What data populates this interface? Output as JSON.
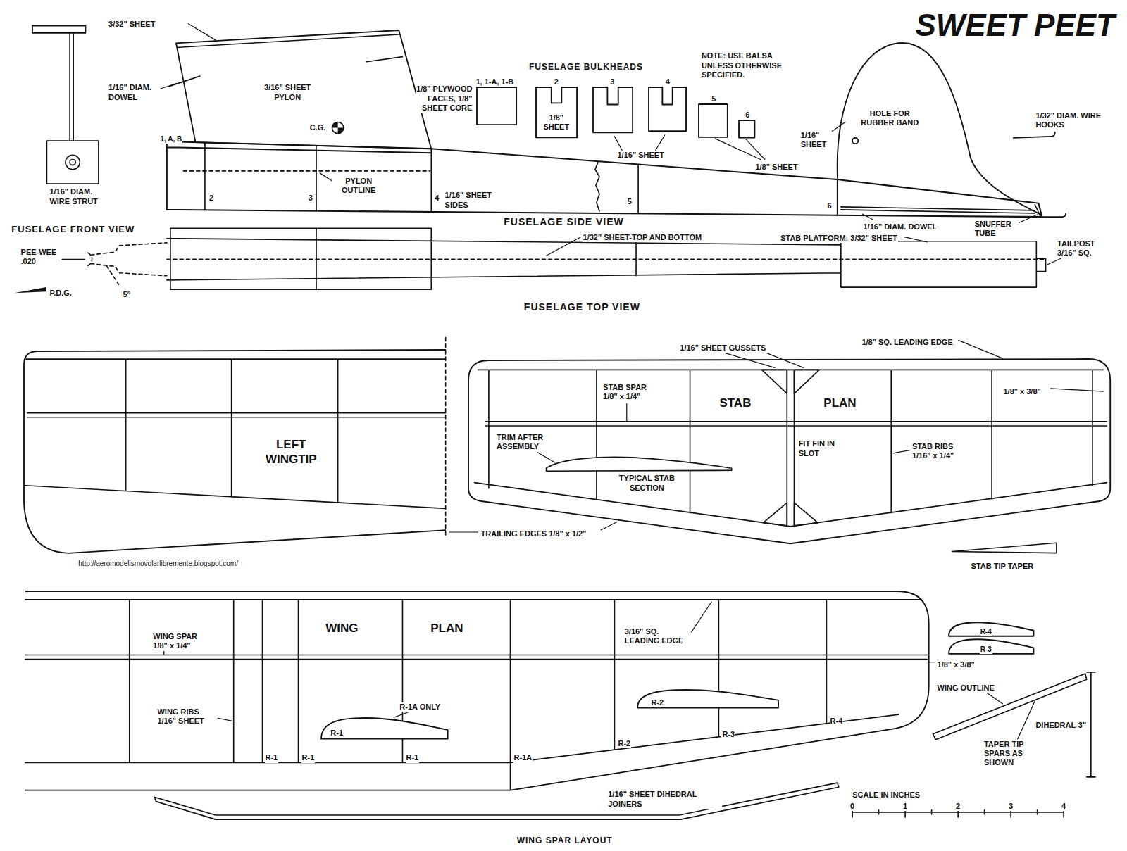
{
  "diagram": {
    "title": "SWEET PEET",
    "nodes": [
      {
        "text": [
          "3/16\" SHEET PYLON",
          "C.G."
        ]
      },
      {
        "text": [
          "1, 1-A, 1-B"
        ]
      },
      {
        "text": [
          "2",
          "1/8\" SHEET"
        ]
      },
      {
        "text": [
          "3"
        ]
      },
      {
        "text": [
          "4"
        ]
      },
      {
        "text": [
          "5"
        ]
      },
      {
        "text": [
          "6"
        ]
      },
      {
        "text": [
          "HOLE FOR RUBBER BAND"
        ]
      },
      {
        "text": [
          "LEFT WINGTIP"
        ]
      },
      {
        "text": [
          "STAB",
          "PLAN"
        ]
      },
      {
        "text": [
          "WING",
          "PLAN"
        ]
      },
      {
        "text": [
          "R-1"
        ],
        "in": 10
      },
      {
        "text": [
          "R-2"
        ],
        "in": 10
      },
      {
        "text": [
          "R-4"
        ]
      },
      {
        "text": [
          "R-3"
        ]
      }
    ],
    "labels": [
      "3/32\" SHEET",
      "1/16\" DIAM. DOWEL",
      "1, A, B",
      "1/16\" DIAM. WIRE STRUT",
      "FUSELAGE FRONT VIEW",
      "2",
      "3",
      "PYLON OUTLINE",
      "4",
      "1/16\" SHEET SIDES",
      "FUSELAGE SIDE VIEW",
      "5",
      "6",
      "1/8\" PLYWOOD FACES, 1/8\" SHEET CORE",
      "FUSELAGE BULKHEADS",
      "1/16\" SHEET",
      "1/8\" SHEET",
      "NOTE: USE BALSA UNLESS OTHERWISE SPECIFIED.",
      "1/16\" SHEET",
      "1/32\" DIAM. WIRE HOOKS",
      "1/16\" DIAM. DOWEL",
      "SNUFFER TUBE",
      "PEE-WEE .020",
      "P.D.G.",
      "5°",
      "1/32\" SHEET-TOP AND BOTTOM",
      "FUSELAGE TOP VIEW",
      "STAB PLATFORM: 3/32\" SHEET",
      "TAILPOST 3/16\" SQ.",
      "1/16\" SHEET GUSSETS",
      "1/8\" SQ. LEADING EDGE",
      "STAB SPAR 1/8\" x 1/4\"",
      "1/8\" x 3/8\"",
      "TRIM AFTER ASSEMBLY",
      "TYPICAL STAB SECTION",
      "FIT FIN IN SLOT",
      "STAB RIBS 1/16\" x 1/4\"",
      "TRAILING EDGES 1/8\" x 1/2\"",
      "STAB TIP TAPER",
      "http://aeromodelismovolarlibremente.blogspot.com/",
      "WING SPAR 1/8\" x 1/4\"",
      "3/16\" SQ. LEADING EDGE",
      "R-1A ONLY",
      "WING RIBS 1/16\" SHEET",
      "R-1",
      "R-1",
      "R-1",
      "R-1A",
      "R-2",
      "R-3",
      "R-4",
      "1/8\" x 3/8\"",
      "WING OUTLINE",
      "DIHEDRAL-3\"",
      "TAPER TIP SPARS AS SHOWN",
      "1/16\" SHEET DIHEDRAL JOINERS",
      "WING SPAR LAYOUT",
      "SCALE IN INCHES",
      "0",
      "1",
      "2",
      "3",
      "4"
    ]
  }
}
